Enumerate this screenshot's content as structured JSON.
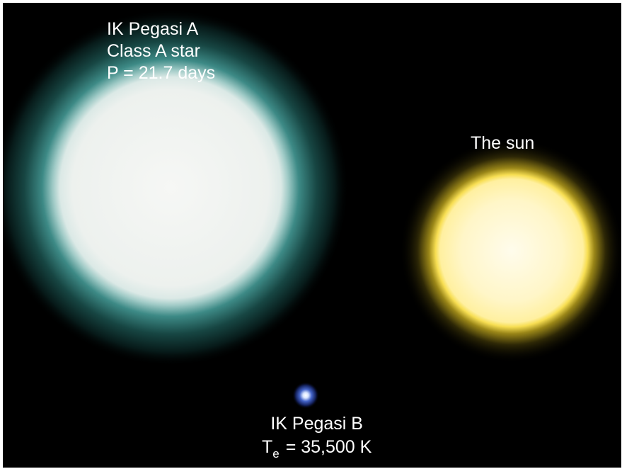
{
  "stars": {
    "ik_pegasi_a": {
      "name": "IK Pegasi A",
      "class_label": "Class A star",
      "period_label": "P = 21.7 days",
      "color_core": "#f4f6f4",
      "color_limb": "#cfe8e6",
      "color_glow": "#2f7f7a"
    },
    "sun": {
      "name": "The sun",
      "color_core": "#fffbe6",
      "color_limb": "#ffe36a",
      "color_glow": "#8a7a10"
    },
    "ik_pegasi_b": {
      "name": "IK Pegasi B",
      "temp_symbol": "T",
      "temp_subscript": "e",
      "temp_value": " = 35,500 K",
      "color_core": "#ffffff",
      "color_glow": "#2a3f9a"
    }
  }
}
